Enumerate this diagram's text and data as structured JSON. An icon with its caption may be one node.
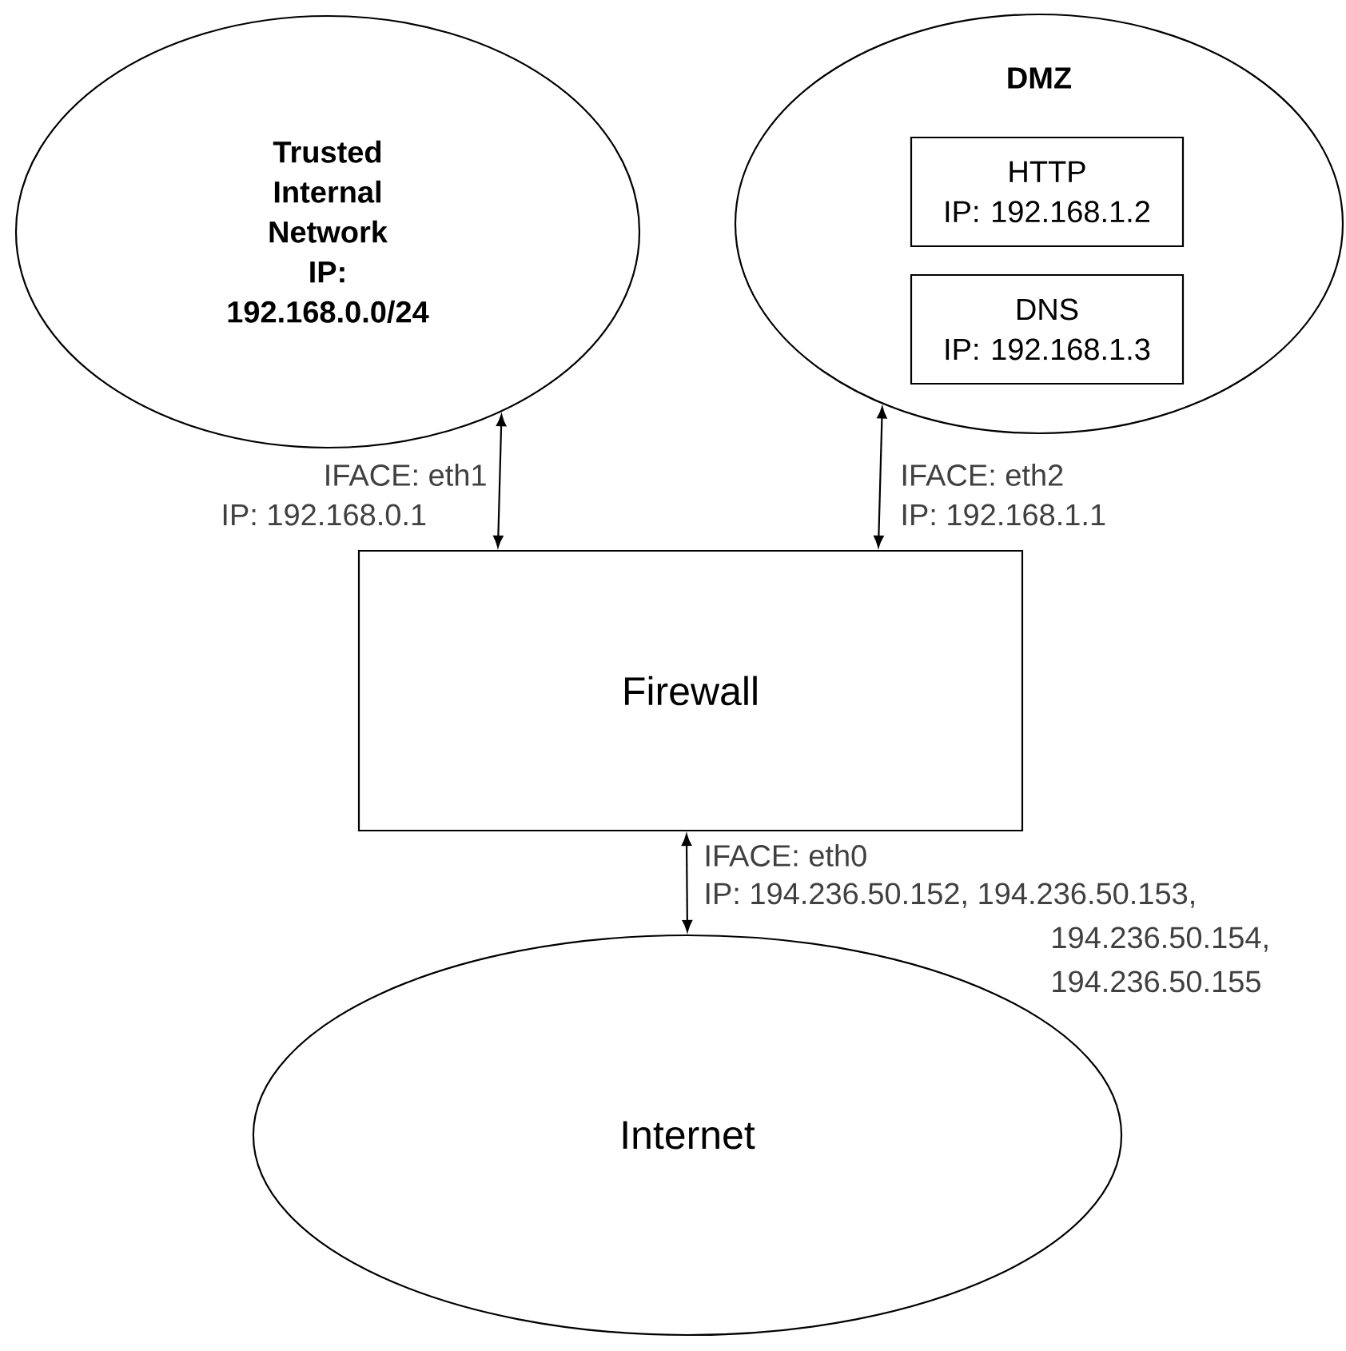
{
  "diagram": {
    "nodes": [
      {
        "text": [
          "Trusted Internal Network",
          "IP: 192.168.0.0/24"
        ]
      },
      {
        "text": [
          "DMZ"
        ]
      },
      {
        "text": [
          "HTTP",
          "IP: 192.168.1.2"
        ],
        "in": 1
      },
      {
        "text": [
          "DNS",
          "IP: 192.168.1.3"
        ],
        "in": 1
      },
      {
        "text": [
          "Firewall"
        ]
      },
      {
        "text": [
          "Internet"
        ]
      }
    ],
    "edges": [
      {
        "from": 0,
        "to": 4,
        "arrow": "both"
      },
      {
        "from": 1,
        "to": 4,
        "arrow": "both"
      },
      {
        "from": 4,
        "to": 5,
        "arrow": "both"
      }
    ],
    "labels": [
      "IFACE: eth1",
      "IP: 192.168.0.1",
      "IFACE: eth2",
      "IP: 192.168.1.1",
      "IFACE: eth0",
      "IP: 194.236.50.152, 194.236.50.153, 194.236.50.154, 194.236.50.155"
    ]
  }
}
